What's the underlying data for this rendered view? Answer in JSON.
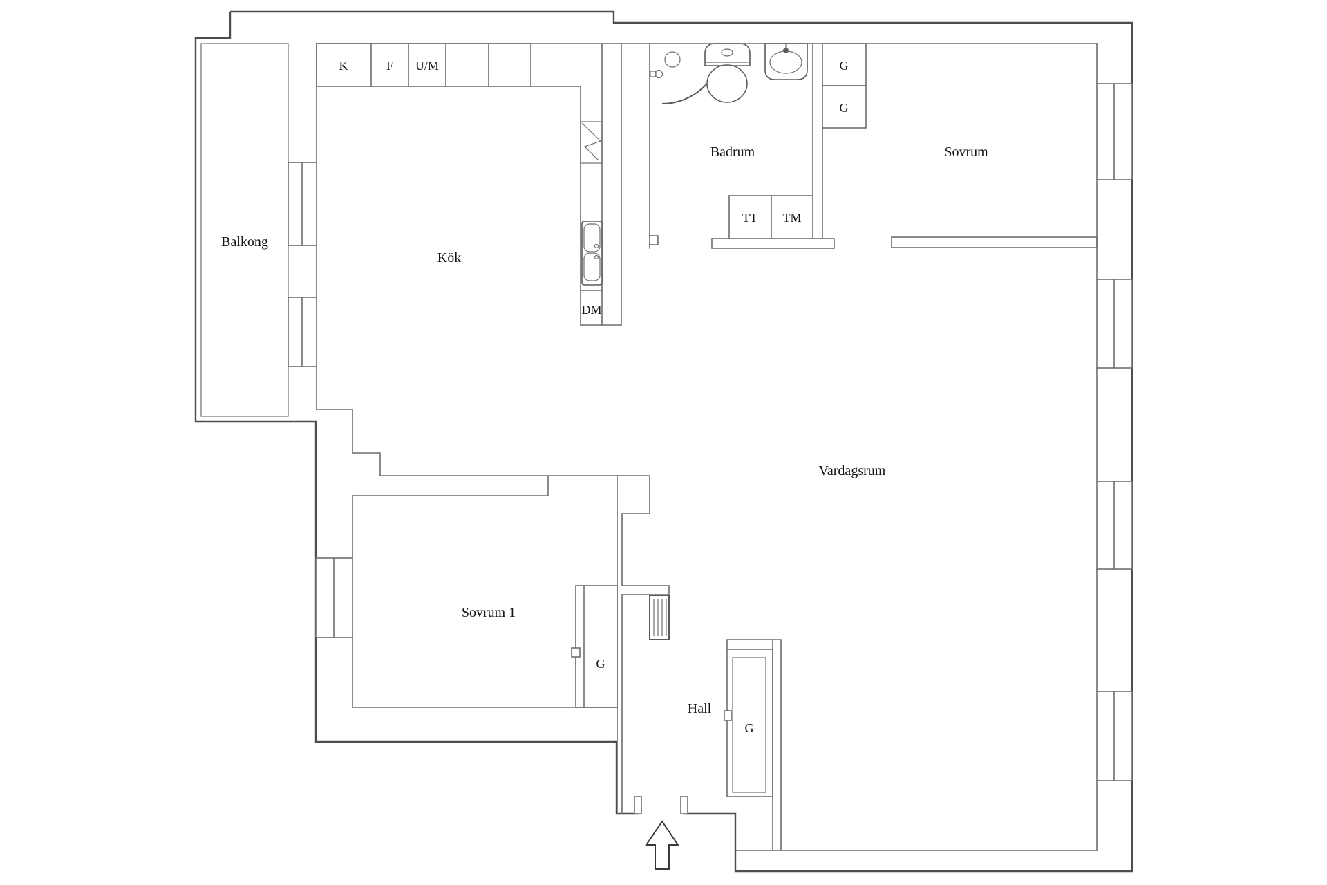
{
  "page": {
    "title": "Apartment floor plan",
    "kind": "architectural-floor-plan",
    "language": "sv"
  },
  "rooms": [
    {
      "name": "balkong",
      "label": "Balkong"
    },
    {
      "name": "kok",
      "label": "Kök"
    },
    {
      "name": "badrum",
      "label": "Badrum"
    },
    {
      "name": "sovrum",
      "label": "Sovrum"
    },
    {
      "name": "vardagsrum",
      "label": "Vardagsrum"
    },
    {
      "name": "sovrum-1",
      "label": "Sovrum 1"
    },
    {
      "name": "hall",
      "label": "Hall"
    }
  ],
  "kitchen": {
    "cabinets": [
      {
        "name": "fridge",
        "label": "K"
      },
      {
        "name": "freezer",
        "label": "F"
      },
      {
        "name": "oven-micro",
        "label": "U/M"
      }
    ],
    "dishwasher_label": "DM"
  },
  "bathroom": {
    "cabinets": [
      {
        "name": "dryer",
        "label": "TT"
      },
      {
        "name": "washing-machine",
        "label": "TM"
      }
    ]
  },
  "closets": [
    {
      "name": "sovrum-closet-upper",
      "label": "G"
    },
    {
      "name": "sovrum-closet-lower",
      "label": "G"
    },
    {
      "name": "sovrum1-closet",
      "label": "G"
    },
    {
      "name": "hall-closet",
      "label": "G"
    }
  ],
  "colors": {
    "background": "#ffffff",
    "outer_wall": "#4d4d4d",
    "inner_wall": "#6e6e6e",
    "text": "#141414"
  }
}
